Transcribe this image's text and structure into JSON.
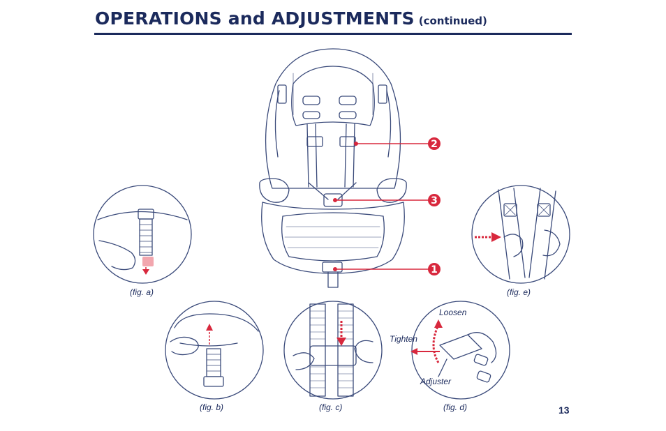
{
  "header": {
    "title": "OPERATIONS and ADJUSTMENTS",
    "subtitle": "(continued)"
  },
  "page_number": "13",
  "callouts": [
    "2",
    "3",
    "1"
  ],
  "figures": {
    "a": "(fig. a)",
    "b": "(fig. b)",
    "c": "(fig. c)",
    "d": "(fig. d)",
    "e": "(fig. e)"
  },
  "fig_d_labels": {
    "loosen": "Loosen",
    "tighten": "Tighten",
    "adjuster": "Adjuster"
  },
  "colors": {
    "navy": "#1b2a5c",
    "accent_red": "#d8283d",
    "sketch_blue": "#3a4a7a"
  }
}
